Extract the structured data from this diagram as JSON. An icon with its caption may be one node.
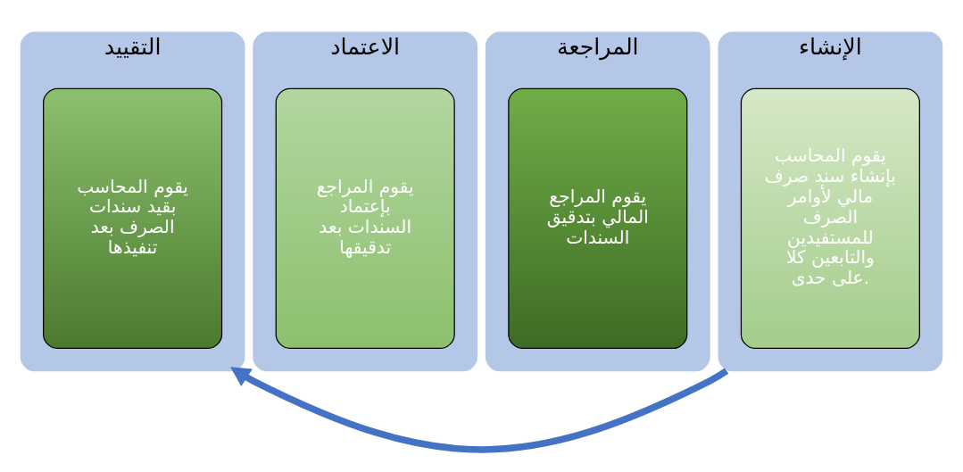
{
  "diagram": {
    "nodes": [
      {
        "text": [
          "الإنشاء"
        ]
      },
      {
        "text": [
          "يقوم المحاسب بإنشاء سند صرف مالي لأوامر الصرف للمستفيدين والتابعين كلا على حدى."
        ],
        "in": 0
      },
      {
        "text": [
          "المراجعة"
        ]
      },
      {
        "text": [
          "يقوم المراجع المالي بتدقيق السندات"
        ],
        "in": 2
      },
      {
        "text": [
          "الاعتماد"
        ]
      },
      {
        "text": [
          "يقوم المراجع بإعتماد السندات بعد تدقيقها"
        ],
        "in": 4
      },
      {
        "text": [
          "التقييد"
        ]
      },
      {
        "text": [
          "يقوم المحاسب بقيد سندات الصرف بعد تنفيذها"
        ],
        "in": 6
      }
    ],
    "edges": [
      {
        "from": 0,
        "to": 6,
        "arrow": "to"
      }
    ]
  }
}
